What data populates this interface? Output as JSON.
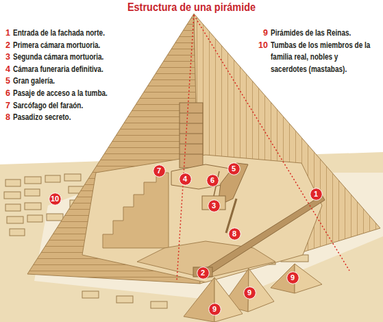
{
  "diagram": {
    "title": "Estructura de una pirámide",
    "nodes": [
      {
        "text": [
          "7"
        ]
      },
      {
        "text": [
          "5"
        ]
      },
      {
        "text": [
          "4"
        ]
      },
      {
        "text": [
          "6"
        ]
      },
      {
        "text": [
          "10"
        ]
      },
      {
        "text": [
          "1"
        ]
      },
      {
        "text": [
          "3"
        ]
      },
      {
        "text": [
          "8"
        ]
      },
      {
        "text": [
          "2"
        ]
      },
      {
        "text": [
          "9"
        ]
      },
      {
        "text": [
          "9"
        ]
      },
      {
        "text": [
          "9"
        ]
      }
    ],
    "labels": [
      "1",
      "Entrada de la fachada norte.",
      "2",
      "Primera cámara mortuoria.",
      "3",
      "Segunda cámara mortuoria.",
      "4",
      "Cámara funeraria definitiva.",
      "5",
      "Gran galería.",
      "6",
      "Pasaje de acceso a la tumba.",
      "7",
      "Sarcófago del faraón.",
      "8",
      "Pasadizo secreto.",
      "9",
      "Pirámides de las Reinas.",
      "10",
      "Tumbas de los miembros de la familia real, nobles y sacerdotes (mastabas)."
    ]
  }
}
